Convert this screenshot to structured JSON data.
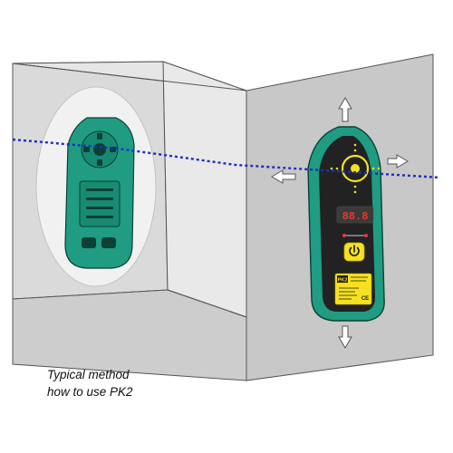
{
  "caption": {
    "line1": "Typical method",
    "line2": "how to use PK2"
  },
  "device": {
    "badge": "PK2",
    "display_reading": "88.8",
    "ce_mark": "CE"
  },
  "colors": {
    "device_body": "#1f9c82",
    "device_outline": "#0d3f35",
    "device_face": "#222222",
    "accent_yellow": "#f5e11f",
    "laser_line": "#1d2fbf",
    "wall_light": "#e5e5e5",
    "wall_mid": "#d6d6d6",
    "wall_dark": "#c4c4c4",
    "edge_lines": "#555555"
  },
  "icons": [
    "arrow-up-icon",
    "arrow-down-icon",
    "arrow-left-icon",
    "arrow-right-icon",
    "power-icon",
    "crosshair-icon"
  ]
}
